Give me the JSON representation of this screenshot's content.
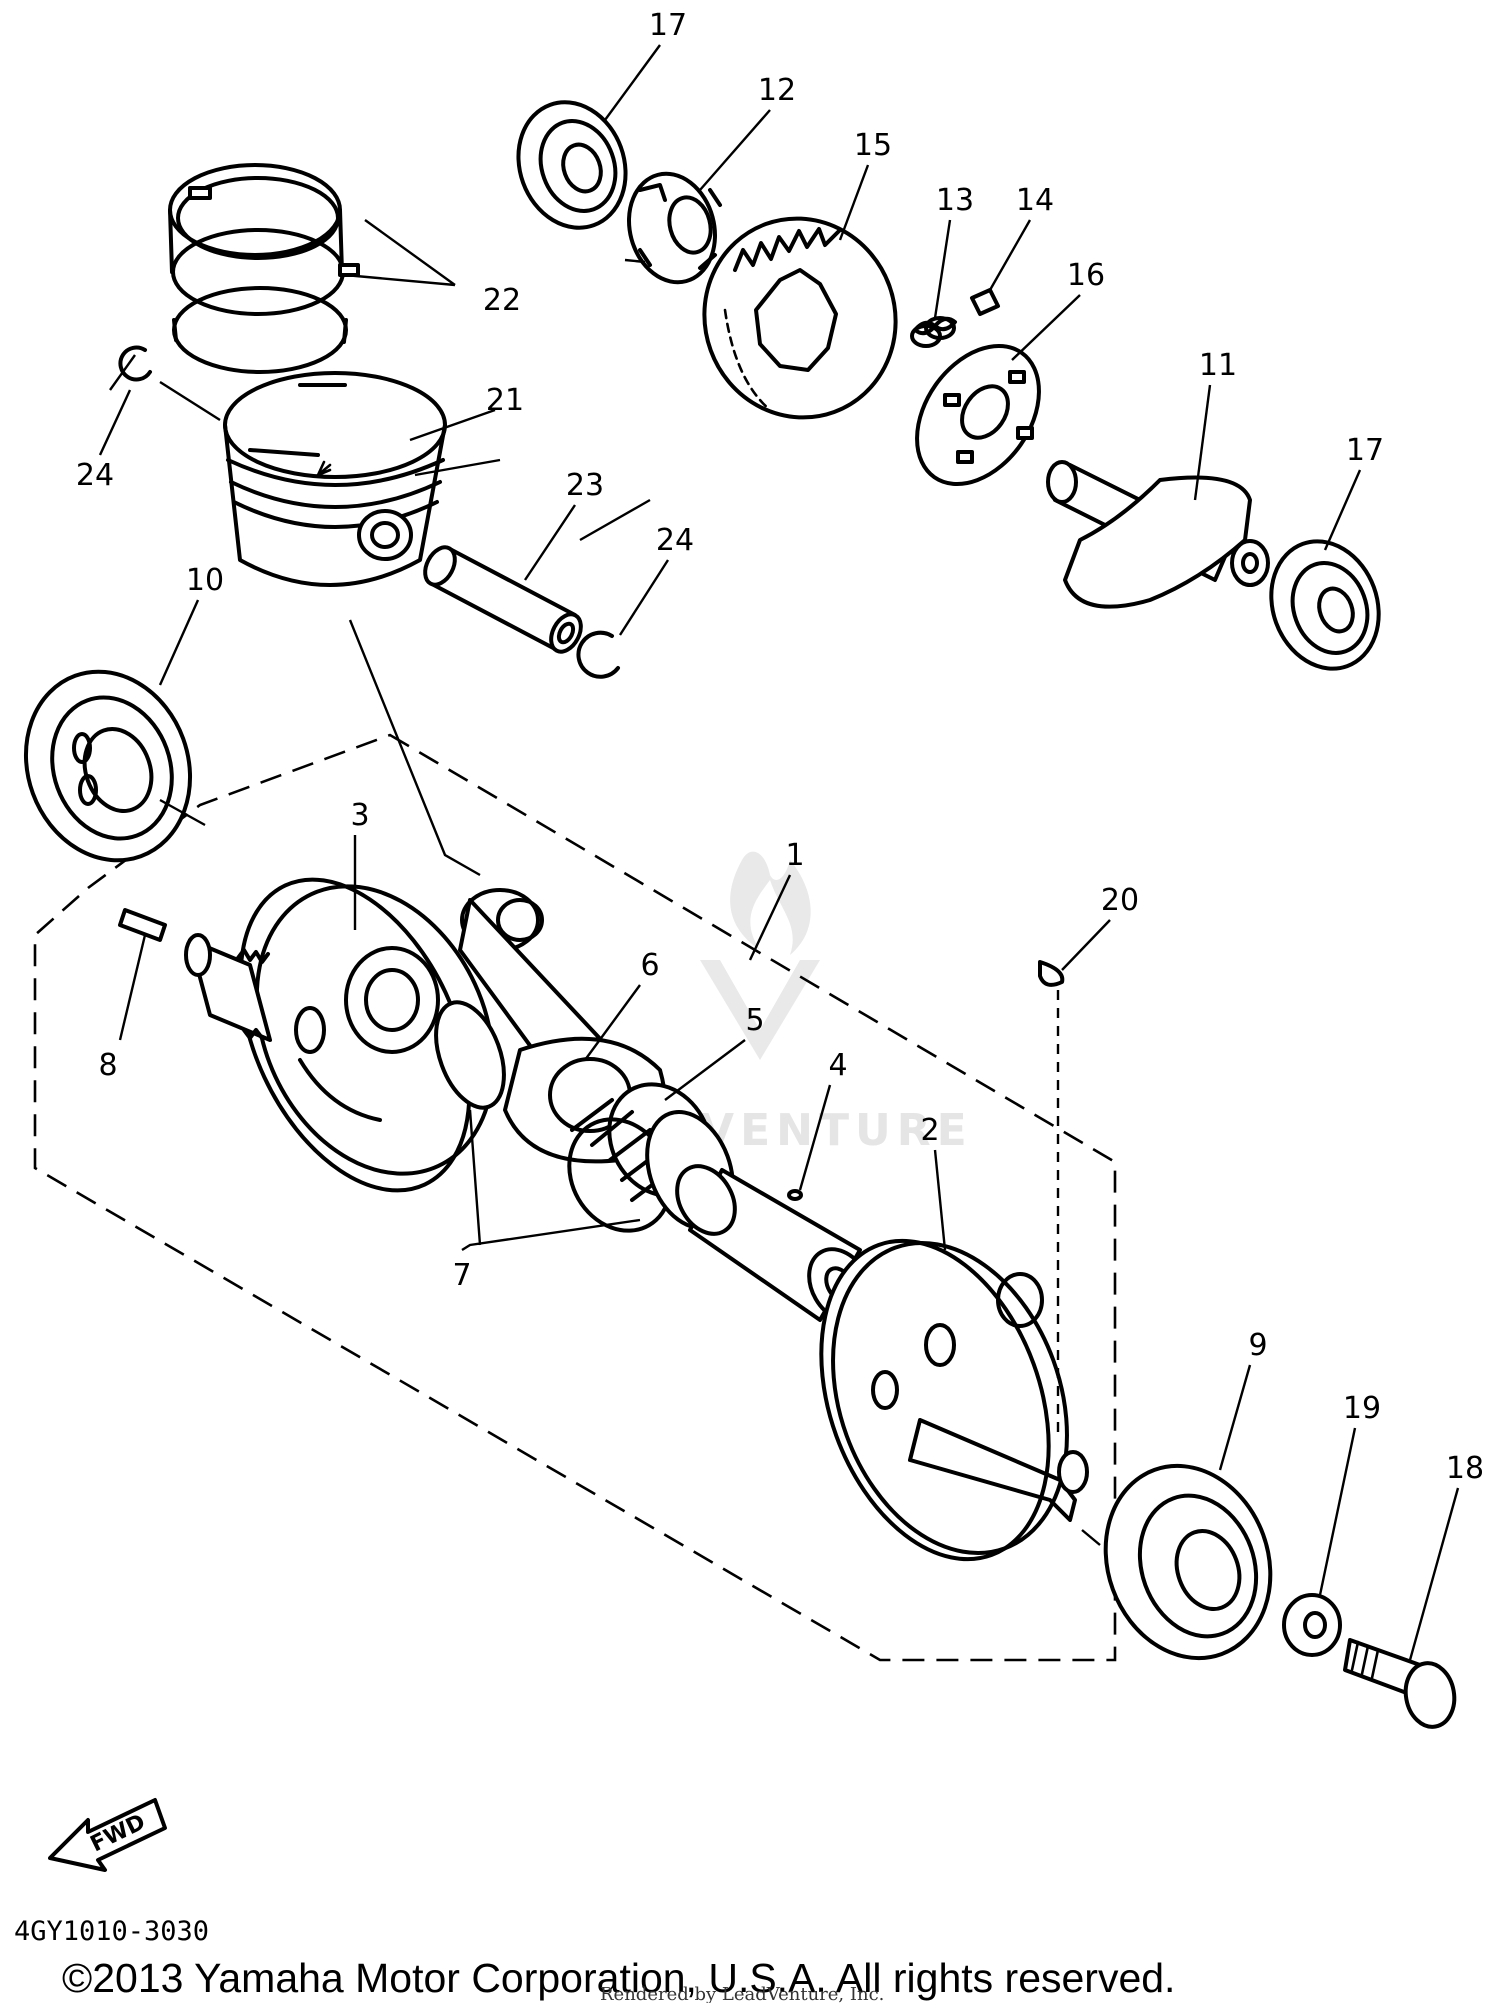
{
  "diagram": {
    "code": "4GY1010-3030",
    "copyright": "©2013 Yamaha Motor Corporation, U.S.A. All rights reserved.",
    "rendered_by": "Rendered by LeadVenture, Inc.",
    "fwd_label": "FWD",
    "watermark": "LEADVENTURE",
    "callouts": {
      "c1": "1",
      "c2": "2",
      "c3": "3",
      "c4": "4",
      "c5": "5",
      "c6": "6",
      "c7": "7",
      "c8": "8",
      "c9": "9",
      "c10": "10",
      "c11": "11",
      "c12": "12",
      "c13": "13",
      "c14": "14",
      "c15": "15",
      "c16": "16",
      "c17a": "17",
      "c17b": "17",
      "c18": "18",
      "c19": "19",
      "c20": "20",
      "c21": "21",
      "c22": "22",
      "c23": "23",
      "c24a": "24",
      "c24b": "24"
    }
  }
}
